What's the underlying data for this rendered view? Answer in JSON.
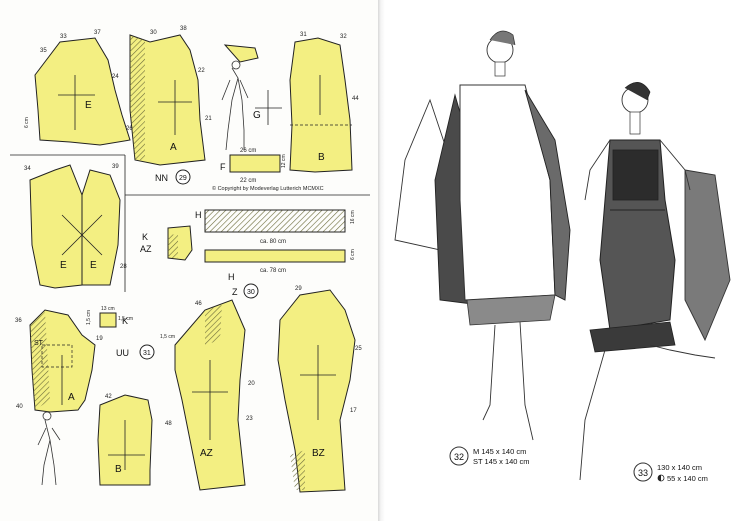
{
  "colors": {
    "pattern_fill": "#f3ef82",
    "ink": "#222222",
    "hatch": "#6b6b3a",
    "paper": "#fdfdfb"
  },
  "left_page": {
    "copyright": "© Copyright by Modeverlag Lutterich MCMXC",
    "groups": [
      {
        "label": "NN",
        "number": "29"
      },
      {
        "label": "Z",
        "number": "30"
      },
      {
        "label": "UU",
        "number": "31"
      }
    ],
    "pieces": {
      "e_top": "E",
      "a_top": "A",
      "g": "G",
      "b_top": "B",
      "f": "F",
      "e_left": "E",
      "e_right": "E",
      "k": "K",
      "az_small": "AZ",
      "h_top": "H",
      "h_bottom": "H",
      "k_small": "K",
      "st": "ST",
      "a_bottom": "A",
      "b_bottom": "B",
      "az": "AZ",
      "bz": "BZ"
    },
    "measures": {
      "f_width": "26 cm",
      "f_bottom": "22 cm",
      "f_height": "12 cm",
      "e_side": "6 cm",
      "h1_length": "ca. 80 cm",
      "h1_height": "16 cm",
      "h2_length": "ca. 78 cm",
      "h2_height": "6 cm",
      "k_width": "13 cm",
      "k_height1": "1,5 cm",
      "k_height2": "1,5 cm",
      "az_mark": "1,5 cm"
    },
    "size_numbers": [
      "28",
      "29",
      "30",
      "31",
      "32",
      "33",
      "34",
      "35",
      "36",
      "37",
      "38",
      "39",
      "40",
      "42",
      "44",
      "46",
      "48",
      "17",
      "19",
      "20",
      "21",
      "22",
      "23",
      "24",
      "25",
      "26"
    ]
  },
  "right_page": {
    "models": [
      {
        "number": "32",
        "line1": "M 145 x 140 cm",
        "line2": "ST 145 x 140 cm"
      },
      {
        "number": "33",
        "line1": "130 x 140 cm",
        "line2_symbol": "half-circle-icon",
        "line2": "55 x 140 cm"
      }
    ]
  }
}
